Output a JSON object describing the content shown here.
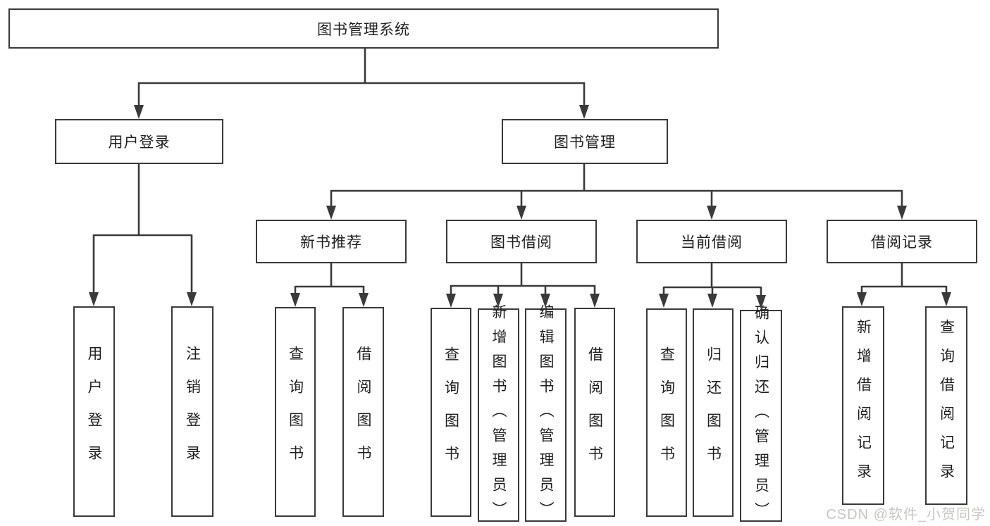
{
  "diagram": {
    "nodes": {
      "root": "图书管理系统",
      "user_login": "用户登录",
      "book_management": "图书管理",
      "new_book_recommend": "新书推荐",
      "book_borrowing": "图书借阅",
      "current_borrowing": "当前借阅",
      "borrowing_records": "借阅记录"
    },
    "leaves": {
      "login": [
        "用户登录",
        "注销登录"
      ],
      "recommend": [
        "查询图书",
        "借阅图书"
      ],
      "borrow": [
        "查询图书",
        "新增图书（管理员）",
        "编辑图书（管理员）",
        "借阅图书"
      ],
      "current": [
        "查询图书",
        "归还图书",
        "确认归还（管理员）"
      ],
      "records": [
        "新增借阅记录",
        "查询借阅记录"
      ]
    }
  },
  "colors": {
    "line": "#3a3a3a",
    "border": "#3a3a3a",
    "text": "#1f1f1f",
    "watermark": "#c9c6c3",
    "background": "#ffffff"
  },
  "watermark": {
    "text": "CSDN @软件_小贺同学"
  }
}
